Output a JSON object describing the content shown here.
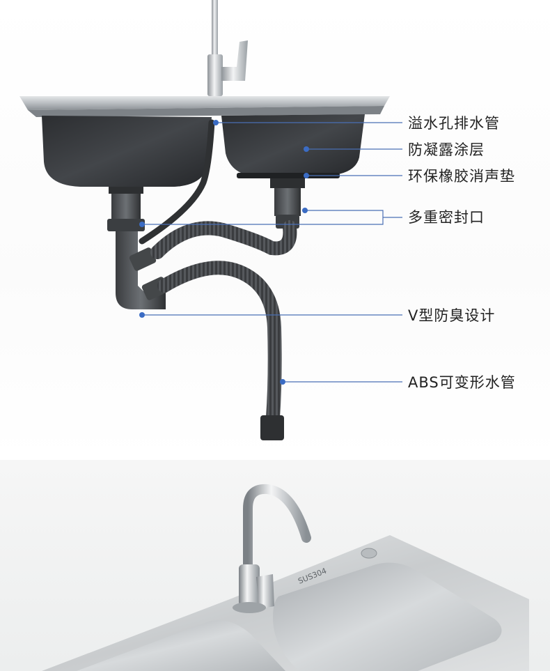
{
  "annotations": [
    {
      "id": "overflow",
      "text": "溢水孔排水管"
    },
    {
      "id": "coating",
      "text": "防凝露涂层"
    },
    {
      "id": "gasket",
      "text": "环保橡胶消声垫"
    },
    {
      "id": "seal",
      "text": "多重密封口"
    },
    {
      "id": "vtrap",
      "text": "V型防臭设计"
    },
    {
      "id": "hose",
      "text": "ABS可变形水管"
    }
  ],
  "sink_stamp": "SUS304",
  "colors": {
    "leader_line": "#4a6fb5",
    "dot": "#3b6cc4",
    "label_text": "#222222"
  }
}
